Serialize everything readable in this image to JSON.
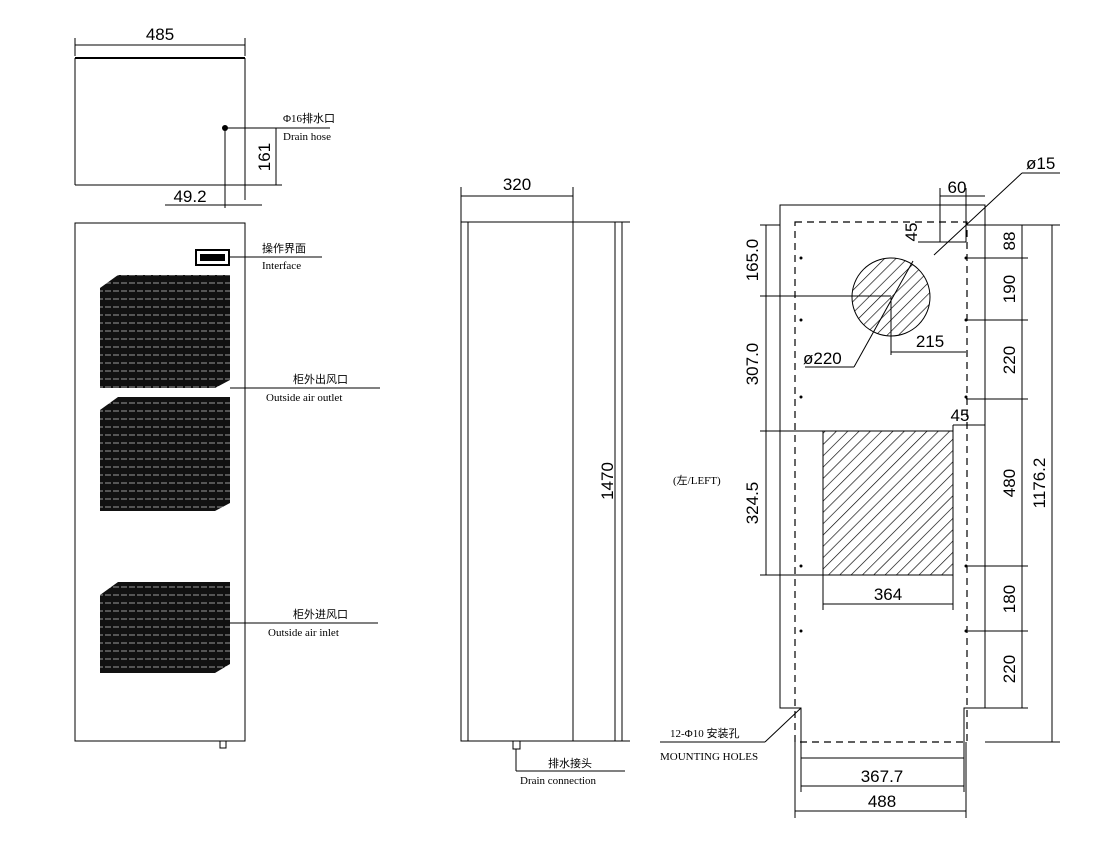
{
  "top_view": {
    "width_dim": "485",
    "height_dim": "161",
    "offset_dim": "49.2",
    "drain_hose_cn": "Φ16排水口",
    "drain_hose_en": "Drain hose"
  },
  "front_view": {
    "interface_cn": "操作界面",
    "interface_en": "Interface",
    "outlet_cn": "柜外出风口",
    "outlet_en": "Outside air outlet",
    "inlet_cn": "柜外进风口",
    "inlet_en": "Outside air inlet"
  },
  "side_view": {
    "depth_dim": "320",
    "height_dim": "1470",
    "drain_conn_cn": "排水接头",
    "drain_conn_en": "Drain connection"
  },
  "cutout_view": {
    "hole_dim": "ø15",
    "dim_60": "60",
    "dim_45_top": "45",
    "dim_88": "88",
    "dim_190": "190",
    "dim_220_upper": "220",
    "dim_480": "480",
    "dim_1176": "1176.2",
    "dim_180": "180",
    "dim_220_lower": "220",
    "dim_165": "165.0",
    "dim_307": "307.0",
    "dim_324": "324.5",
    "dim_215": "215",
    "dim_220_circle": "ø220",
    "dim_45_mid": "45",
    "dim_364": "364",
    "dim_367": "367.7",
    "dim_488": "488",
    "left_label": "(左/LEFT)",
    "mounting_cn": "12-Φ10 安装孔",
    "mounting_en": "MOUNTING HOLES"
  }
}
